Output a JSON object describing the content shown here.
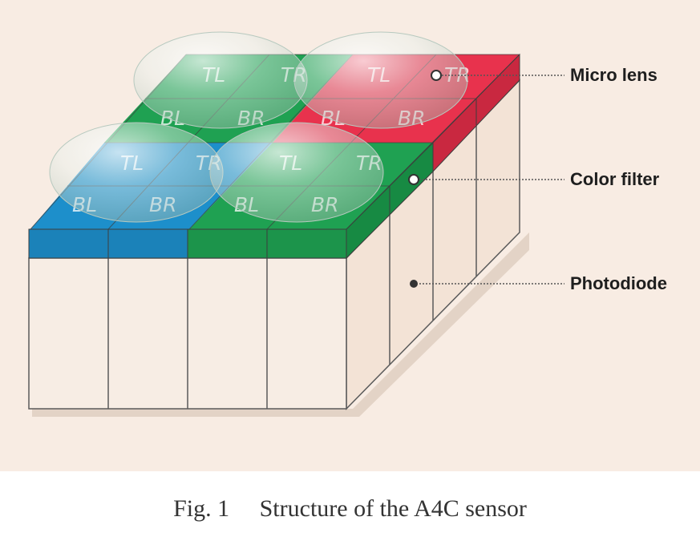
{
  "diagram": {
    "callouts": {
      "micro_lens": "Micro lens",
      "color_filter": "Color filter",
      "photodiode": "Photodiode"
    },
    "cell_labels": {
      "tl": "TL",
      "tr": "TR",
      "bl": "BL",
      "br": "BR"
    },
    "colors": {
      "background": "#f8ece3",
      "blue_filter": "#1d8fcb",
      "green_filter": "#1fa152",
      "red_filter": "#e8324d",
      "photodiode": "#f6ebe1"
    }
  },
  "caption": {
    "number": "Fig. 1",
    "text": "Structure of the A4C sensor"
  }
}
